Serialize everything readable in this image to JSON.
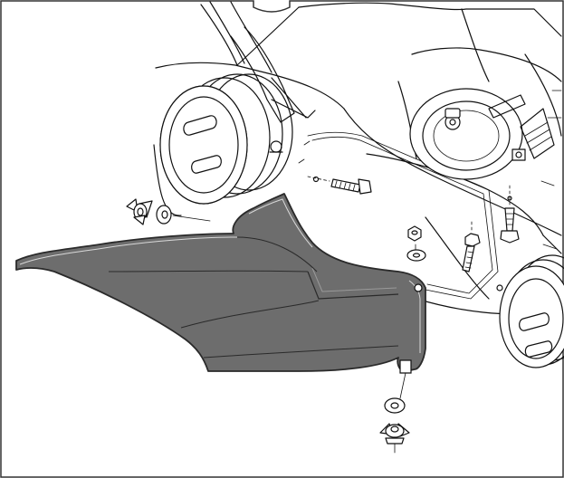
{
  "colors": {
    "background": "#ffffff",
    "line_ink": "#111111",
    "deflector_fill": "#6d6d6d",
    "deflector_edge": "#2a2a2a",
    "frame_border": "#333333"
  },
  "parts": [
    {
      "name": "discharge-deflector",
      "icon": "deflector-plate-shape"
    },
    {
      "name": "wing-nut-left",
      "icon": "wing-nut-icon"
    },
    {
      "name": "washer-left",
      "icon": "washer-icon"
    },
    {
      "name": "wing-nut-bottom",
      "icon": "wing-nut-icon"
    },
    {
      "name": "washer-bottom",
      "icon": "washer-icon"
    },
    {
      "name": "hex-nut",
      "icon": "hex-nut-icon"
    },
    {
      "name": "washer-center",
      "icon": "washer-icon"
    },
    {
      "name": "bolt-horizontal",
      "icon": "bolt-icon"
    },
    {
      "name": "bolt-vertical-center",
      "icon": "bolt-icon"
    },
    {
      "name": "bolt-vertical-right",
      "icon": "bolt-icon"
    }
  ]
}
